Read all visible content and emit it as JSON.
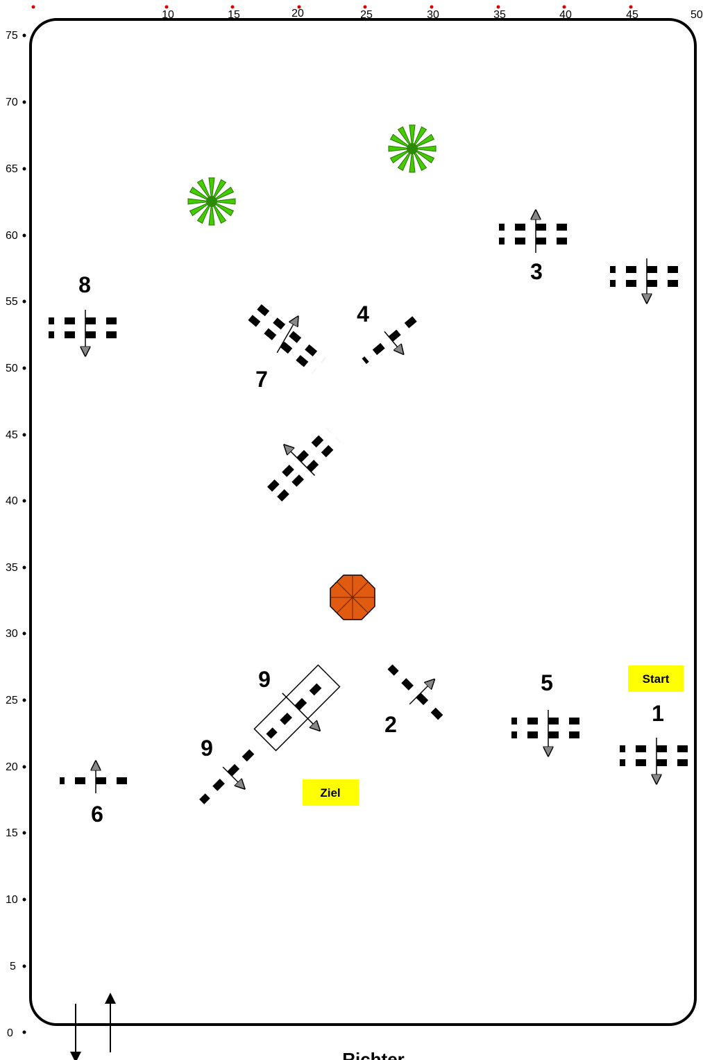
{
  "x_ticks": [
    "10",
    "15",
    "20",
    "25",
    "30",
    "35",
    "40",
    "45",
    "50"
  ],
  "y_ticks": [
    "0",
    "5",
    "10",
    "15",
    "20",
    "25",
    "30",
    "35",
    "40",
    "45",
    "50",
    "55",
    "60",
    "65",
    "70",
    "75"
  ],
  "obstacle_numbers": {
    "n1": "1",
    "n2": "2",
    "n3": "3",
    "n4": "4",
    "n5": "5",
    "n6": "6",
    "n7": "7",
    "n8": "8",
    "n9a": "9",
    "n9b": "9"
  },
  "labels": {
    "start": "Start",
    "finish": "Ziel",
    "judge": "Richter"
  },
  "colors": {
    "label_bg": "#ffff00",
    "umbrella": "#e05a10",
    "plant": "#44aa00",
    "tick_dot": "#e00000"
  },
  "icons": [
    "plant-icon",
    "umbrella-icon",
    "entry-arrow-icon"
  ]
}
